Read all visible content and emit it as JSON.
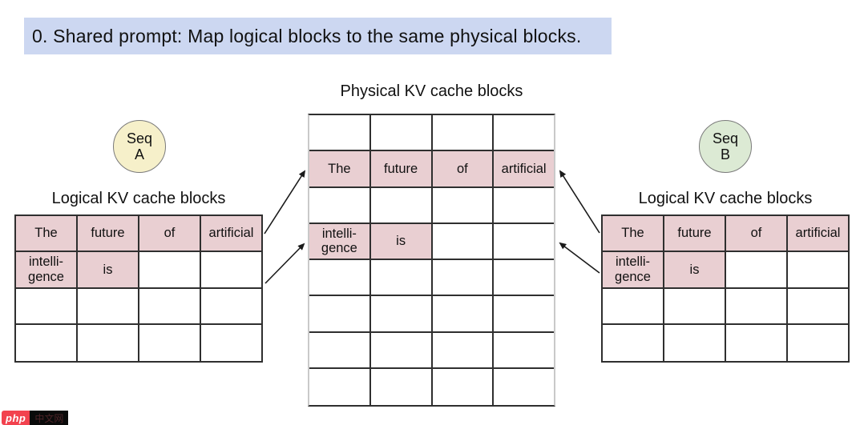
{
  "title": {
    "text": "0. Shared prompt: Map logical blocks to the same physical blocks."
  },
  "colors": {
    "title_bg": "#ccd7f1",
    "cell_highlight": "#e9cfd2",
    "seq_a_fill": "#f6f0ca",
    "seq_b_fill": "#dcead4",
    "grid_color": "#2f2f2f",
    "arrow_color": "#1a1a1a",
    "watermark_red": "#f2424e"
  },
  "physical": {
    "label": "Physical KV cache blocks",
    "rows": [
      [
        "",
        "",
        "",
        ""
      ],
      [
        "The",
        "future",
        "of",
        "artificial"
      ],
      [
        "",
        "",
        "",
        ""
      ],
      [
        "intelli-\ngence",
        "is",
        "",
        ""
      ],
      [
        "",
        "",
        "",
        ""
      ],
      [
        "",
        "",
        "",
        ""
      ],
      [
        "",
        "",
        "",
        ""
      ],
      [
        "",
        "",
        "",
        ""
      ]
    ]
  },
  "seq_a": {
    "label": "Seq",
    "sublabel": "A",
    "table_label": "Logical KV cache blocks",
    "rows": [
      [
        "The",
        "future",
        "of",
        "artificial"
      ],
      [
        "intelli-\ngence",
        "is",
        "",
        ""
      ],
      [
        "",
        "",
        "",
        ""
      ],
      [
        "",
        "",
        "",
        ""
      ]
    ]
  },
  "seq_b": {
    "label": "Seq",
    "sublabel": "B",
    "table_label": "Logical KV cache blocks",
    "rows": [
      [
        "The",
        "future",
        "of",
        "artificial"
      ],
      [
        "intelli-\ngence",
        "is",
        "",
        ""
      ],
      [
        "",
        "",
        "",
        ""
      ],
      [
        "",
        "",
        "",
        ""
      ]
    ]
  },
  "watermark": {
    "brand": "php",
    "suffix": "中文网"
  }
}
